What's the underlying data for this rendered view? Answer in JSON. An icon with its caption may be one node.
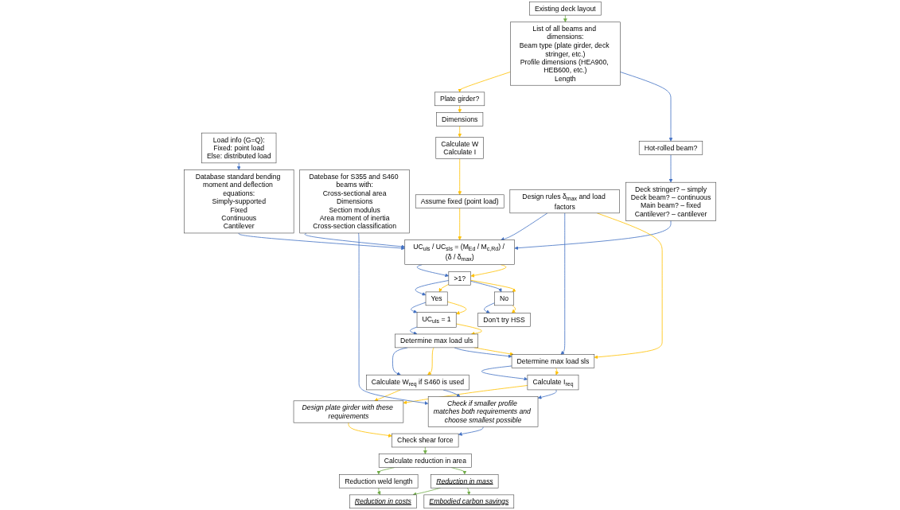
{
  "diagram": {
    "nodes": [
      {
        "text": [
          "Load info (G=Q):",
          "Fixed: point load",
          "Else: distributed load"
        ]
      },
      {
        "text": [
          "Database standard bending moment and deflection equations:",
          "Simply-supported",
          "Fixed",
          "Continuous",
          "Cantilever"
        ]
      },
      {
        "text": [
          "Datebase for S355 and S460 beams with:",
          "Cross-sectional area",
          "Dimensions",
          "Section modulus",
          "Area moment of inertia",
          "Cross-section classification"
        ]
      },
      {
        "text": [
          "Existing deck layout"
        ]
      },
      {
        "text": [
          "List of all beams and dimensions:",
          "Beam type (plate girder, deck stringer, etc.)",
          "Profile dimensions (HEA900, HEB600, etc.)",
          "Length"
        ]
      },
      {
        "text": [
          "Plate girder?"
        ]
      },
      {
        "text": [
          "Hot-rolled beam?"
        ]
      },
      {
        "text": [
          "UC$_{uls}$ = 1"
        ]
      },
      {
        "text": [
          "Determine max load uls"
        ]
      },
      {
        "text": [
          "Calculate W$_{req}$ if S460 is used"
        ]
      },
      {
        "text": [
          "UC$_{uls}$ / UC$_{sls}$ = (M$_{Ed}$ / M$_{c,Rd}$) / (δ / δ$_{max}$)"
        ]
      },
      {
        "text": [
          "Determine max load sls"
        ]
      },
      {
        "text": [
          "Dimensions"
        ]
      },
      {
        "text": [
          "Deck stringer? – simply",
          "Deck beam? – continuous",
          "Main beam? – fixed",
          "Cantilever? – cantilever"
        ]
      },
      {
        "text": [
          ">1?"
        ]
      },
      {
        "text": [
          "Yes"
        ]
      },
      {
        "text": [
          "No"
        ]
      },
      {
        "text": [
          "Don’t try HSS"
        ]
      },
      {
        "text": [
          "Calculate W",
          "Calculate I"
        ]
      },
      {
        "text": [
          "Design rules δ$_{max}$ and load factors"
        ]
      },
      {
        "text": [
          "Calculate I$_{req}$"
        ]
      },
      {
        "text": [
          "Assume fixed (point load)"
        ]
      },
      {
        "text": [
          "Design plate girder with these requirements"
        ]
      },
      {
        "text": [
          "Check if smaller profile matches both requirements and choose smallest possible"
        ]
      },
      {
        "text": [
          "Reduction in costs"
        ]
      },
      {
        "text": [
          "Reduction weld length"
        ]
      },
      {
        "text": [
          "Calculate reduction in area"
        ]
      },
      {
        "text": [
          "Embodied carbon savings"
        ]
      },
      {
        "text": [
          "Reduction in mass"
        ]
      },
      {
        "text": [
          "Check shear force"
        ]
      }
    ],
    "edges": [
      {
        "from": 3,
        "to": 4,
        "arrow": "to",
        "color": "#70ad47"
      },
      {
        "from": 4,
        "to": 5,
        "arrow": "to",
        "color": "#ffc000"
      },
      {
        "from": 4,
        "to": 6,
        "arrow": "to"
      },
      {
        "from": 0,
        "to": 1,
        "arrow": "to"
      },
      {
        "from": 1,
        "to": 10,
        "arrow": "to"
      },
      {
        "from": 2,
        "to": 10,
        "arrow": "to"
      },
      {
        "from": 6,
        "to": 13,
        "arrow": "to"
      },
      {
        "from": 13,
        "to": 10,
        "arrow": "to"
      },
      {
        "from": 5,
        "to": 12,
        "arrow": "to",
        "color": "#ffc000"
      },
      {
        "from": 12,
        "to": 18,
        "arrow": "to",
        "color": "#ffc000"
      },
      {
        "from": 18,
        "to": 21,
        "arrow": "to",
        "color": "#ffc000"
      },
      {
        "from": 21,
        "to": 10,
        "arrow": "to",
        "color": "#ffc000"
      },
      {
        "from": 19,
        "to": 10,
        "arrow": "to"
      },
      {
        "from": 19,
        "to": 11,
        "arrow": "to"
      },
      {
        "from": 19,
        "to": 11,
        "arrow": "to",
        "color": "#ffc000"
      },
      {
        "from": 10,
        "to": 14,
        "arrow": "to"
      },
      {
        "from": 10,
        "to": 14,
        "arrow": "to",
        "color": "#ffc000"
      },
      {
        "from": 14,
        "to": 15,
        "arrow": "to"
      },
      {
        "from": 14,
        "to": 15,
        "arrow": "to",
        "color": "#ffc000"
      },
      {
        "from": 14,
        "to": 16,
        "arrow": "to"
      },
      {
        "from": 14,
        "to": 16,
        "arrow": "to",
        "color": "#ffc000"
      },
      {
        "from": 16,
        "to": 17,
        "arrow": "to"
      },
      {
        "from": 16,
        "to": 17,
        "arrow": "to",
        "color": "#ffc000"
      },
      {
        "from": 15,
        "to": 7,
        "arrow": "to"
      },
      {
        "from": 15,
        "to": 7,
        "arrow": "to",
        "color": "#ffc000"
      },
      {
        "from": 7,
        "to": 8,
        "arrow": "to"
      },
      {
        "from": 7,
        "to": 8,
        "arrow": "to",
        "color": "#ffc000"
      },
      {
        "from": 8,
        "to": 9,
        "arrow": "to"
      },
      {
        "from": 8,
        "to": 9,
        "arrow": "to",
        "color": "#ffc000"
      },
      {
        "from": 8,
        "to": 11,
        "arrow": "to"
      },
      {
        "from": 8,
        "to": 11,
        "arrow": "to",
        "color": "#ffc000"
      },
      {
        "from": 11,
        "to": 20,
        "arrow": "to"
      },
      {
        "from": 11,
        "to": 20,
        "arrow": "to",
        "color": "#ffc000"
      },
      {
        "from": 9,
        "to": 22,
        "arrow": "to",
        "color": "#ffc000"
      },
      {
        "from": 20,
        "to": 22,
        "arrow": "to",
        "color": "#ffc000"
      },
      {
        "from": 9,
        "to": 23,
        "arrow": "to"
      },
      {
        "from": 20,
        "to": 23,
        "arrow": "to"
      },
      {
        "from": 2,
        "to": 23,
        "arrow": "to"
      },
      {
        "from": 22,
        "to": 29,
        "arrow": "to",
        "color": "#ffc000"
      },
      {
        "from": 23,
        "to": 29,
        "arrow": "to"
      },
      {
        "from": 29,
        "to": 26,
        "arrow": "to",
        "color": "#70ad47"
      },
      {
        "from": 26,
        "to": 25,
        "arrow": "to",
        "color": "#70ad47"
      },
      {
        "from": 26,
        "to": 28,
        "arrow": "to",
        "color": "#70ad47"
      },
      {
        "from": 25,
        "to": 24,
        "arrow": "to",
        "color": "#70ad47"
      },
      {
        "from": 28,
        "to": 24,
        "arrow": "to",
        "color": "#70ad47"
      },
      {
        "from": 28,
        "to": 27,
        "arrow": "to",
        "color": "#70ad47"
      }
    ]
  }
}
